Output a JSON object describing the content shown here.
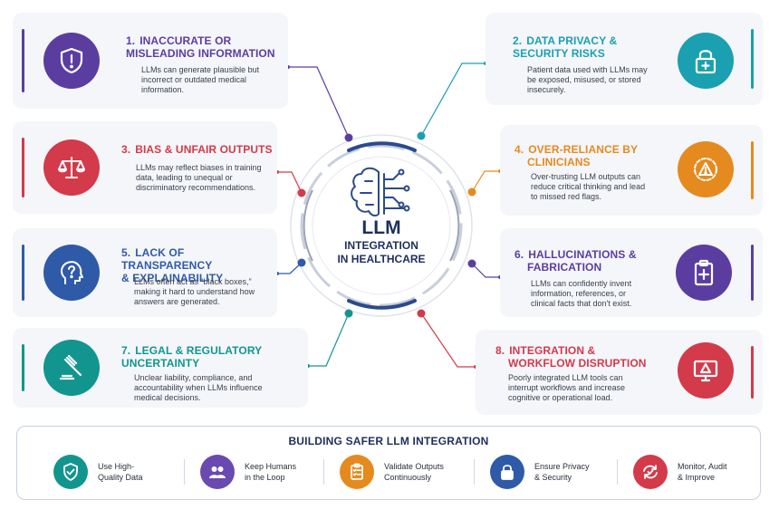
{
  "center": {
    "title": "LLM",
    "subtitle_line1": "INTEGRATION",
    "subtitle_line2": "IN HEALTHCARE"
  },
  "risks": [
    {
      "num": "1.",
      "title_l1": "INACCURATE OR",
      "title_l2": "MISLEADING INFORMATION",
      "desc_l1": "LLMs can generate plausible but",
      "desc_l2": "incorrect or outdated medical",
      "desc_l3": "information.",
      "color": "#5b3da0",
      "icon": "shield-warning-icon"
    },
    {
      "num": "2.",
      "title_l1": "DATA PRIVACY &",
      "title_l2": "SECURITY RISKS",
      "desc_l1": "Patient data used with LLMs may",
      "desc_l2": "be exposed, misused, or stored",
      "desc_l3": "insecurely.",
      "color": "#1aa0b0",
      "icon": "padlock-icon"
    },
    {
      "num": "3.",
      "title_l1": "BIAS & UNFAIR OUTPUTS",
      "title_l2": "",
      "desc_l1": "LLMs may reflect biases in training",
      "desc_l2": "data, leading to unequal or",
      "desc_l3": "discriminatory recommendations.",
      "color": "#d33a4a",
      "icon": "scales-icon"
    },
    {
      "num": "4.",
      "title_l1": "OVER-RELIANCE BY",
      "title_l2": "CLINICIANS",
      "desc_l1": "Over-trusting LLM outputs can",
      "desc_l2": "reduce critical thinking and lead",
      "desc_l3": "to missed red flags.",
      "color": "#e58a1f",
      "icon": "warning-gear-icon"
    },
    {
      "num": "5.",
      "title_l1": "LACK OF TRANSPARENCY",
      "title_l2": "& EXPLAINABILITY",
      "desc_l1": "LLMs often act as “black boxes,”",
      "desc_l2": "making it hard to understand how",
      "desc_l3": "answers are generated.",
      "color": "#2f5aa8",
      "icon": "head-question-icon"
    },
    {
      "num": "6.",
      "title_l1": "HALLUCINATIONS &",
      "title_l2": "FABRICATION",
      "desc_l1": "LLMs can confidently invent",
      "desc_l2": "information, references, or",
      "desc_l3": "clinical facts that don't exist.",
      "color": "#5b3da0",
      "icon": "clipboard-medical-icon"
    },
    {
      "num": "7.",
      "title_l1": "LEGAL & REGULATORY",
      "title_l2": "UNCERTAINTY",
      "desc_l1": "Unclear liability, compliance, and",
      "desc_l2": "accountability when LLMs influence",
      "desc_l3": "medical decisions.",
      "color": "#12958f",
      "icon": "gavel-icon"
    },
    {
      "num": "8.",
      "title_l1": "INTEGRATION &",
      "title_l2": "WORKFLOW DISRUPTION",
      "desc_l1": "Poorly integrated LLM tools can",
      "desc_l2": "interrupt workflows and increase",
      "desc_l3": "cognitive or operational load.",
      "color": "#d33a4a",
      "icon": "monitor-alert-icon"
    }
  ],
  "safer": {
    "title": "BUILDING SAFER LLM INTEGRATION",
    "items": [
      {
        "l1": "Use High-",
        "l2": "Quality Data",
        "color": "#12958f",
        "icon": "shield-check-icon"
      },
      {
        "l1": "Keep Humans",
        "l2": "in the Loop",
        "color": "#6a49b0",
        "icon": "people-icon"
      },
      {
        "l1": "Validate Outputs",
        "l2": "Continuously",
        "color": "#e58a1f",
        "icon": "checklist-icon"
      },
      {
        "l1": "Ensure Privacy",
        "l2": "& Security",
        "color": "#2f5aa8",
        "icon": "lock-icon"
      },
      {
        "l1": "Monitor, Audit",
        "l2": "& Improve",
        "color": "#d33a4a",
        "icon": "refresh-check-icon"
      }
    ]
  }
}
